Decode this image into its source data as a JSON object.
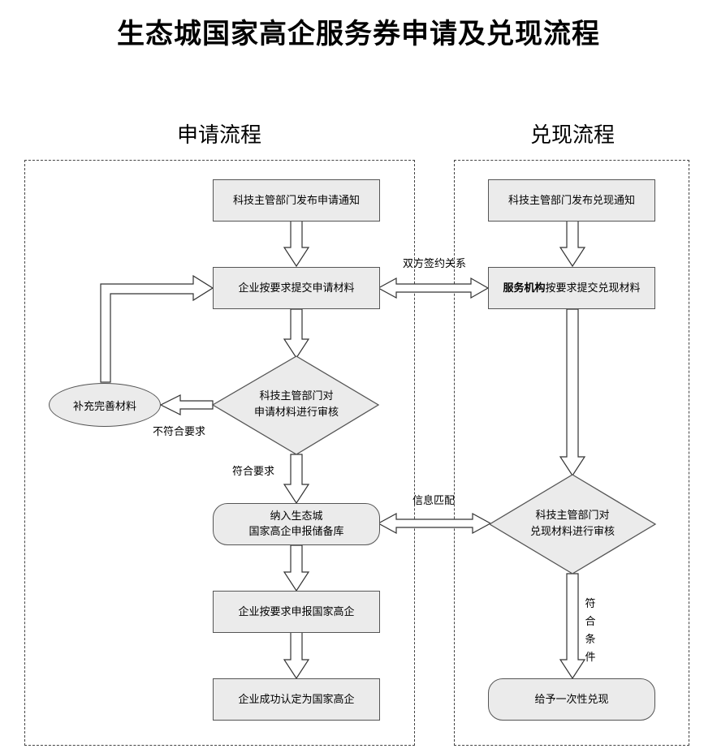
{
  "title": "生态城国家高企服务券申请及兑现流程",
  "apply": {
    "heading": "申请流程",
    "notice": "科技主管部门发布申请通知",
    "submit": "企业按要求提交申请材料",
    "review_line1": "科技主管部门对",
    "review_line2": "申请材料进行审核",
    "supplement": "补充完善材料",
    "not_meet": "不符合要求",
    "meets": "符合要求",
    "library_line1": "纳入生态城",
    "library_line2": "国家高企申报储备库",
    "declare": "企业按要求申报国家高企",
    "certified": "企业成功认定为国家高企"
  },
  "redeem": {
    "heading": "兑现流程",
    "notice": "科技主管部门发布兑现通知",
    "submit_bold": "服务机构",
    "submit_rest": "按要求提交兑现材料",
    "review_line1": "科技主管部门对",
    "review_line2": "兑现材料进行审核",
    "meets_vertical": "符合条件",
    "payout": "给予一次性兑现"
  },
  "links": {
    "contract": "双方签约关系",
    "match": "信息匹配"
  }
}
